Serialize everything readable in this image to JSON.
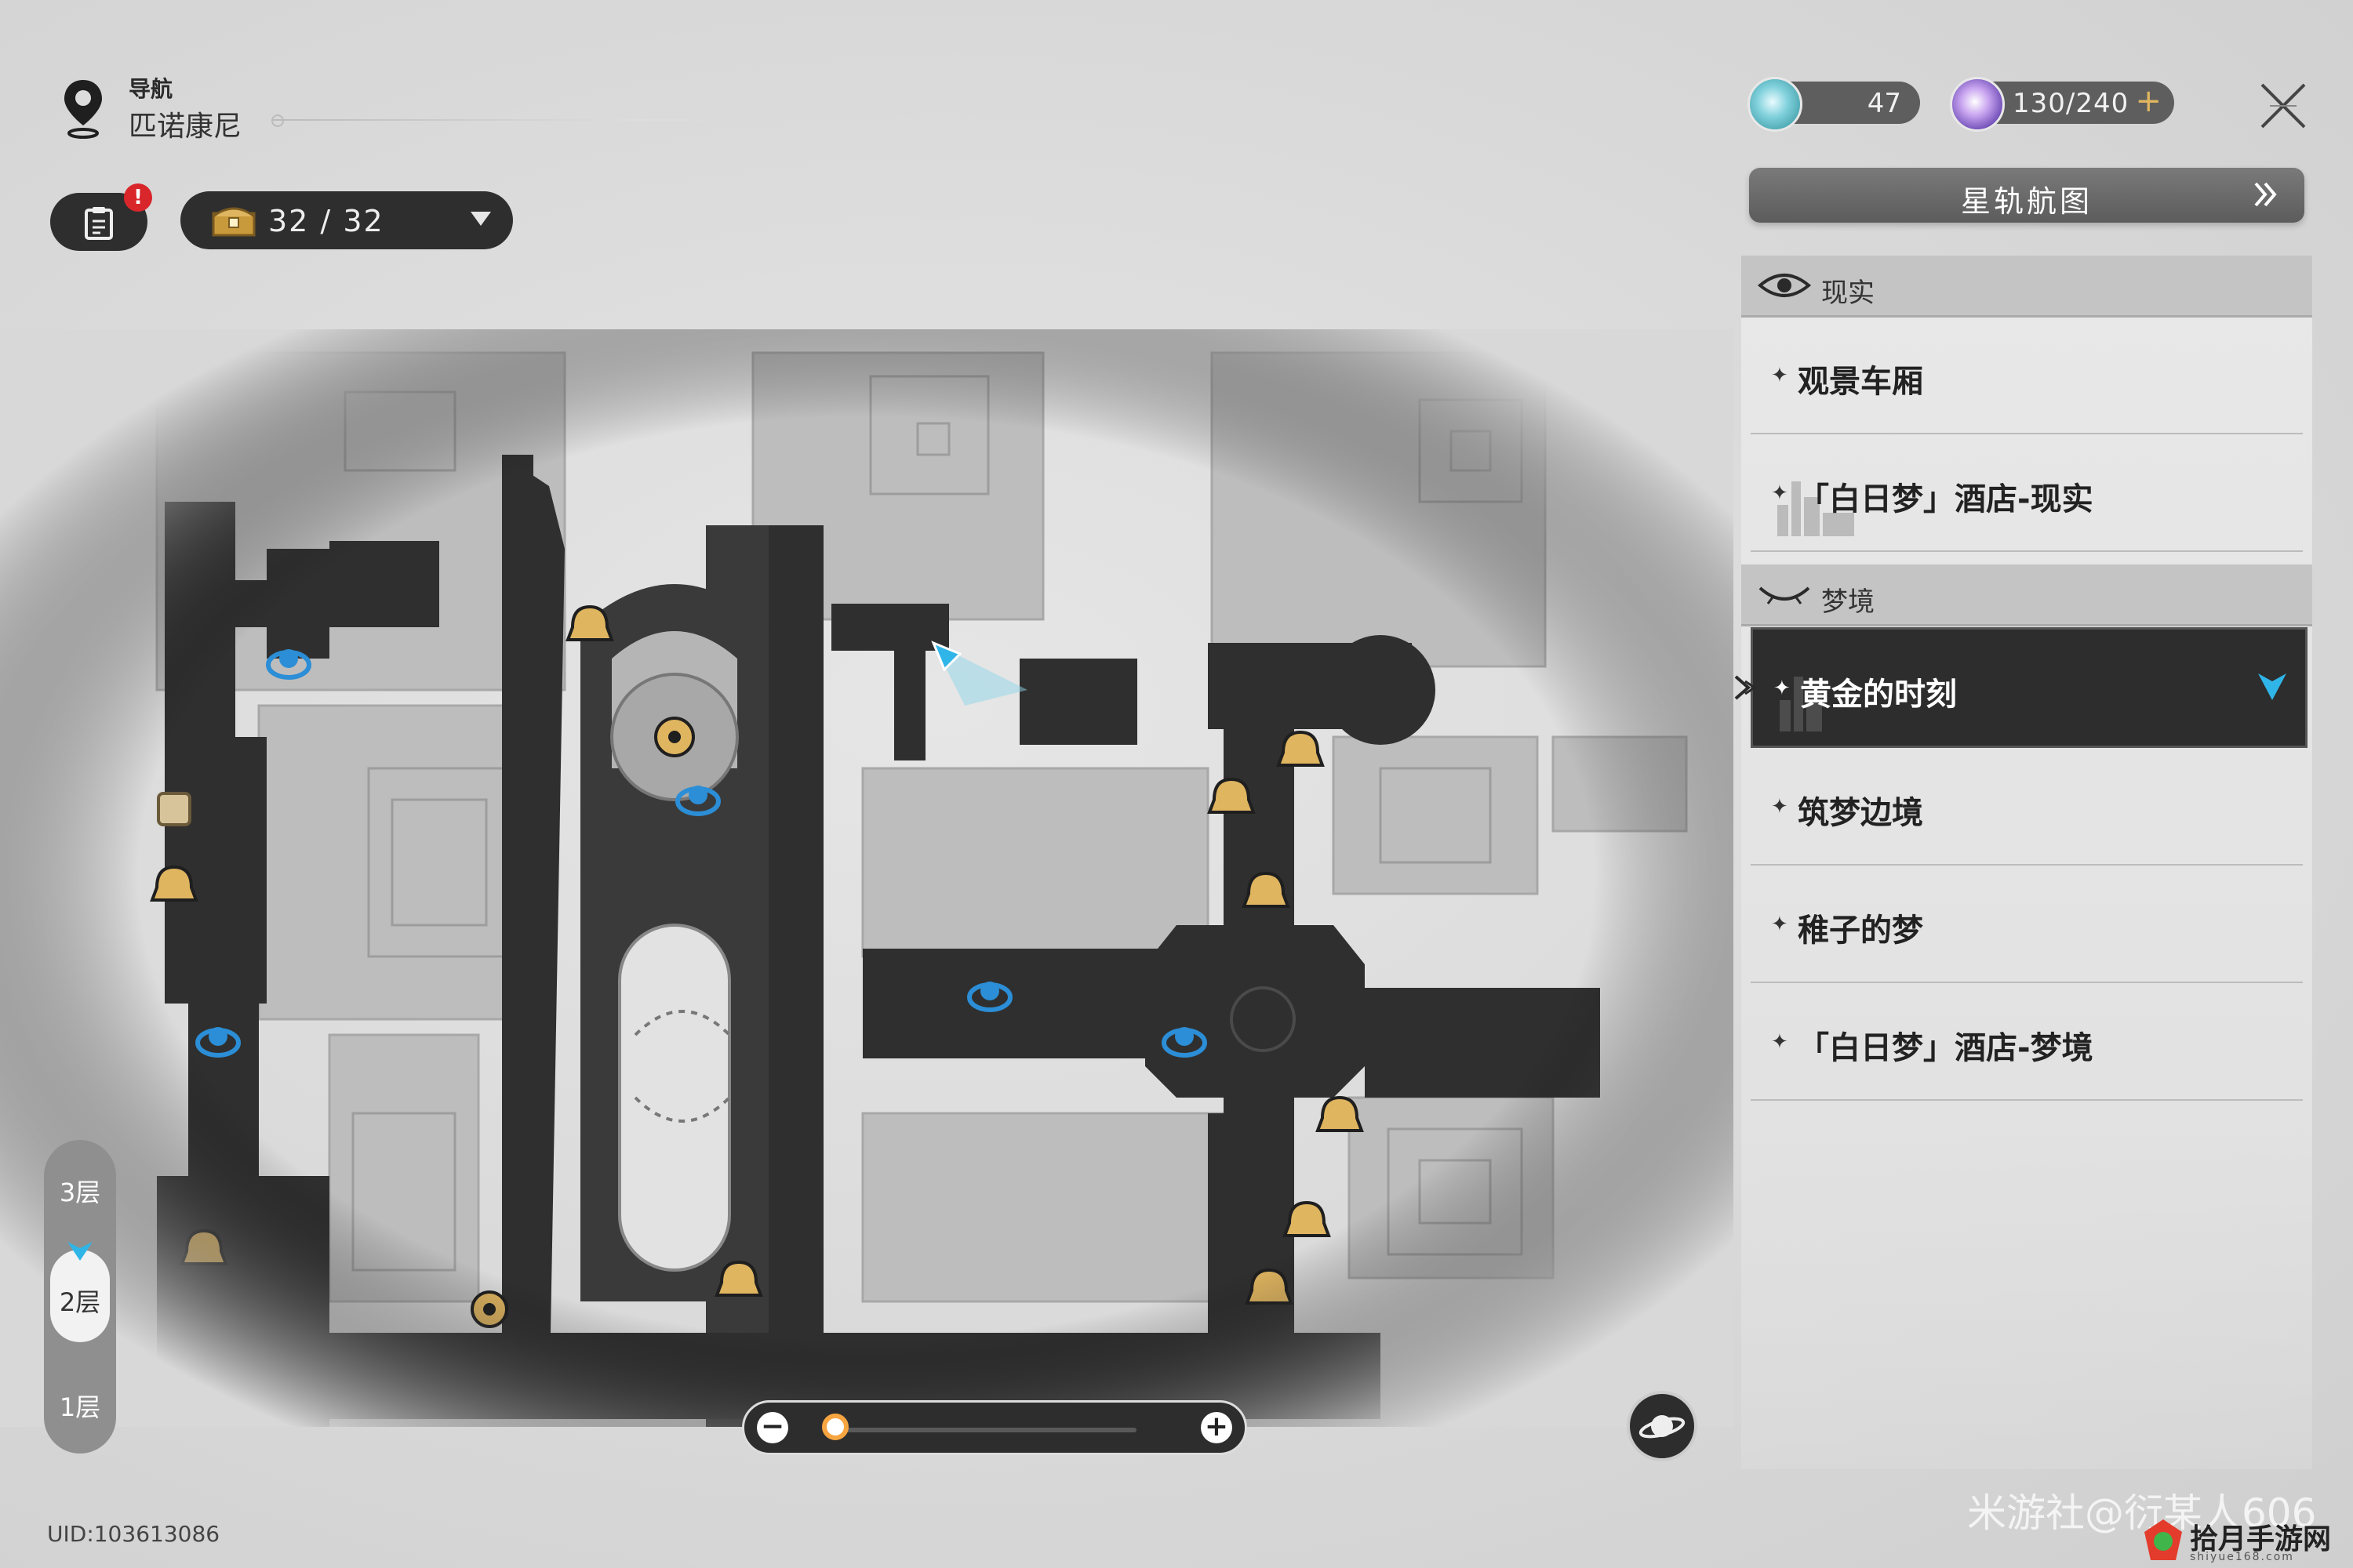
{
  "navigation": {
    "label": "导航",
    "location": "匹诺康尼"
  },
  "toolbar": {
    "task_badge": "!",
    "chest_count": "32 / 32"
  },
  "currencies": {
    "reserved_power": "47",
    "trailblaze_power": "130/240",
    "plus": "+"
  },
  "starmap": {
    "label": "星轨航图"
  },
  "sections": {
    "reality": {
      "title": "现实",
      "items": [
        "观景车厢",
        "「白日梦」酒店-现实"
      ]
    },
    "dream": {
      "title": "梦境",
      "items": [
        "黄金的时刻",
        "筑梦边境",
        "稚子的梦",
        "「白日梦」酒店-梦境"
      ],
      "active_index": 0
    }
  },
  "floors": {
    "items": [
      "3层",
      "2层",
      "1层"
    ],
    "active": "2层"
  },
  "zoom": {
    "level": 0.03
  },
  "uid": "UID:103613086",
  "watermark": "米游社@衍某人606",
  "site": {
    "name": "拾月手游网",
    "url": "shiyue168.com"
  },
  "icons": {
    "pin": "location-pin-icon",
    "task": "clipboard-icon",
    "chest": "treasure-chest-icon",
    "close": "close-icon",
    "planet": "planet-icon",
    "bell": "bell-icon",
    "teleport": "space-anchor-icon"
  },
  "colors": {
    "accent": "#f7a540",
    "active_marker": "#2fb5e8",
    "teleport": "#2b8ed6",
    "bell": "#e0b560",
    "alert": "#d9262b"
  }
}
